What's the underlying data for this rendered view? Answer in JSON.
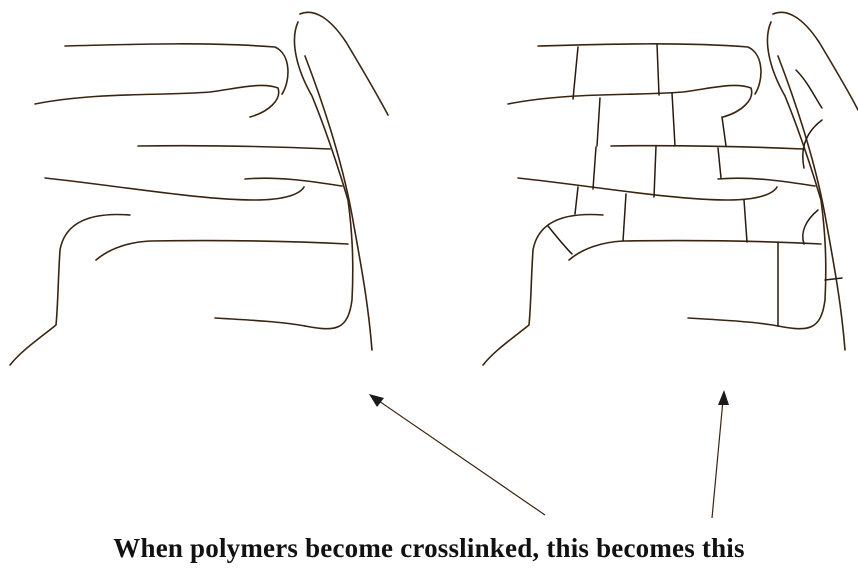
{
  "caption": "When polymers become crosslinked, this becomes this",
  "panels": [
    {
      "name": "uncrosslinked-polymers",
      "crosslinked": false
    },
    {
      "name": "crosslinked-polymers",
      "crosslinked": true
    }
  ],
  "colors": {
    "chain": "#3a2410",
    "crosslink": "#2a1a0c",
    "text": "#111111"
  }
}
